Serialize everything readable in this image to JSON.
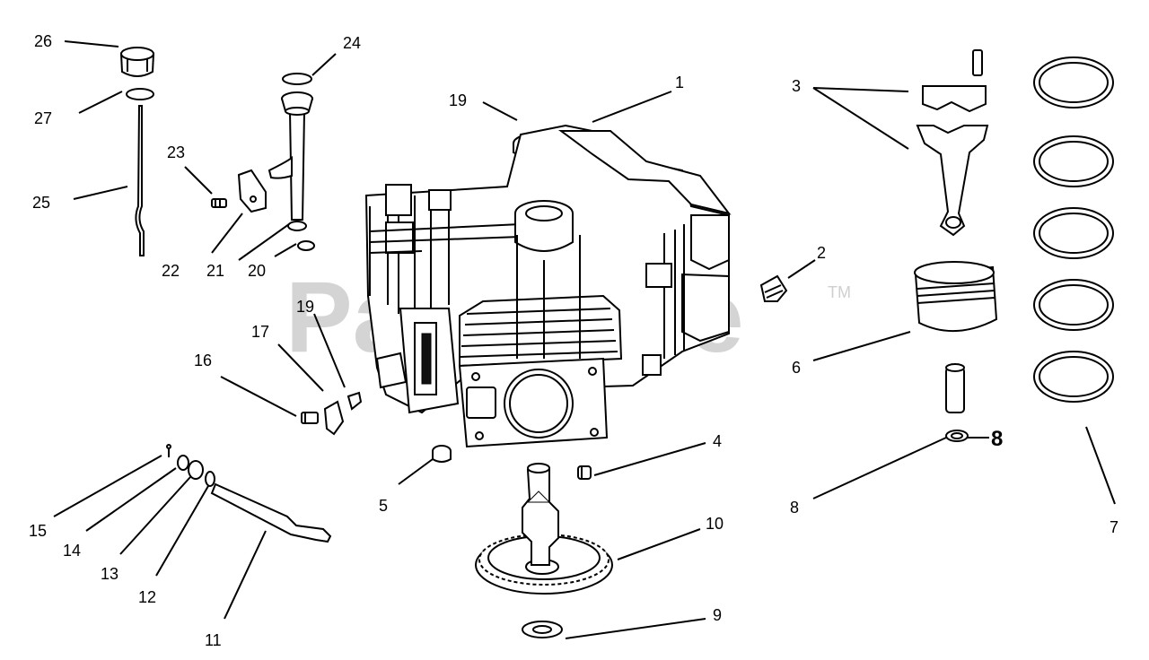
{
  "watermark": {
    "text": "PartsTree",
    "trademark": "TM"
  },
  "callouts": {
    "c1": "1",
    "c2": "2",
    "c3": "3",
    "c4": "4",
    "c5": "5",
    "c6": "6",
    "c7": "7",
    "c8": "8",
    "c8b": "8",
    "c9": "9",
    "c10": "10",
    "c11": "11",
    "c12": "12",
    "c13": "13",
    "c14": "14",
    "c15": "15",
    "c16": "16",
    "c17": "17",
    "c19a": "19",
    "c19b": "19",
    "c20": "20",
    "c21": "21",
    "c22": "22",
    "c23": "23",
    "c24": "24",
    "c25": "25",
    "c26": "26",
    "c27": "27"
  }
}
